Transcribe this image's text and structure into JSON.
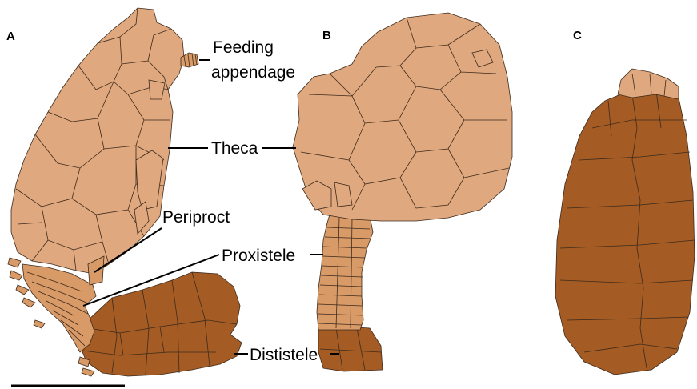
{
  "panels": {
    "a": "A",
    "b": "B",
    "c": "C"
  },
  "labels": {
    "feeding_1": "Feeding",
    "feeding_2": "appendage",
    "theca": "Theca",
    "periproct": "Periproct",
    "proxistele": "Proxistele",
    "dististele": "Dististele"
  },
  "colors": {
    "theca_light": "#DFA87E",
    "stele_mid": "#D89A66",
    "dististele_dark": "#A45C24",
    "suture_line": "#3d2a1c"
  }
}
